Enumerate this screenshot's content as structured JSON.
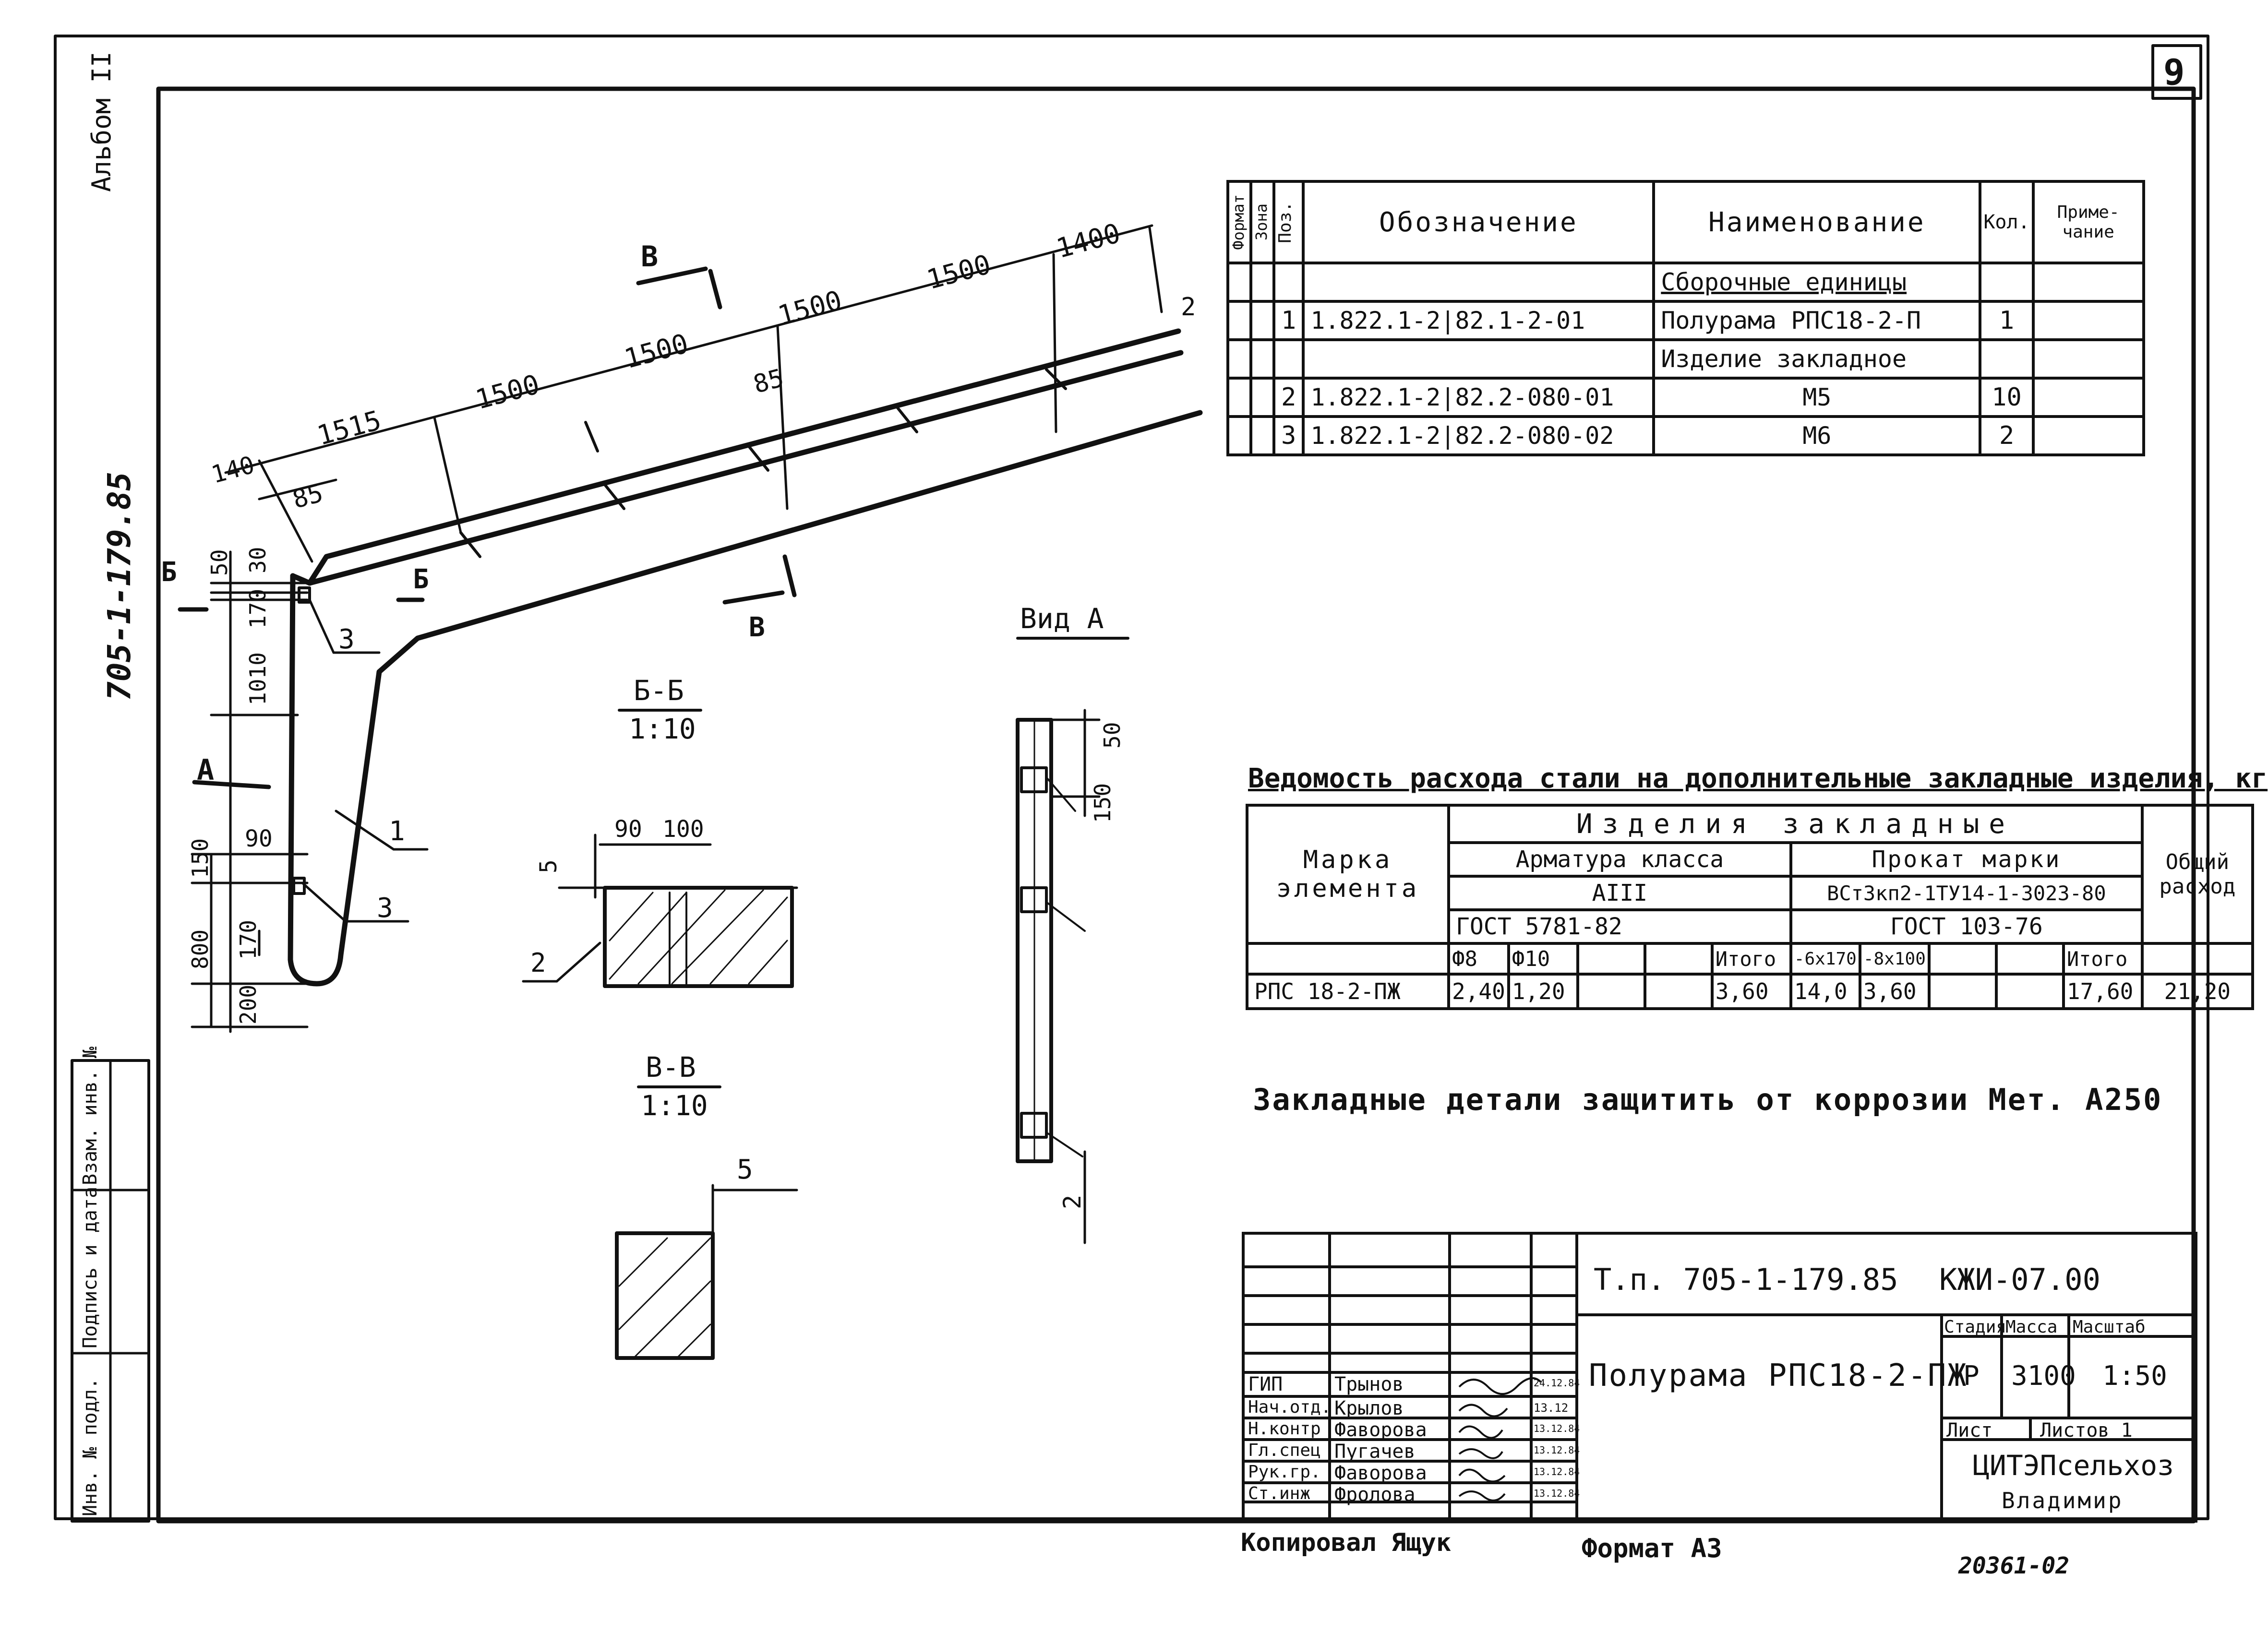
{
  "page_number": "9",
  "album_label": "Альбом II",
  "side_code": "705-1-179.85",
  "spec_table": {
    "headers": {
      "format": "Формат",
      "zone": "Зона",
      "pos": "Поз.",
      "designation": "Обозначение",
      "name": "Наименование",
      "qty": "Кол.",
      "note": "Приме-чание"
    },
    "rows": [
      {
        "pos": "",
        "designation": "",
        "name": "Сборочные единицы",
        "qty": ""
      },
      {
        "pos": "1",
        "designation": "1.822.1-2|82.1-2-01",
        "name": "Полурама РПС18-2-П",
        "qty": "1"
      },
      {
        "pos": "",
        "designation": "",
        "name": "Изделие закладное",
        "qty": ""
      },
      {
        "pos": "2",
        "designation": "1.822.1-2|82.2-080-01",
        "name": "М5",
        "qty": "10"
      },
      {
        "pos": "3",
        "designation": "1.822.1-2|82.2-080-02",
        "name": "М6",
        "qty": "2"
      }
    ]
  },
  "steel": {
    "title": "Ведомость расхода стали на дополнительные закладные изделия, кг",
    "mark_header": "Марка элемента",
    "group_header": "Изделия закладные",
    "rebar_header": "Арматура класса",
    "rebar_class": "AIII",
    "rebar_gost": "ГОСТ 5781-82",
    "rolled_header": "Прокат марки",
    "rolled_grade": "ВСт3кп2-1ТУ14-1-3023-80",
    "rolled_gost": "ГОСТ 103-76",
    "total_header": "Общий расход",
    "sub": {
      "d8": "Ф8",
      "d10": "Ф10",
      "itogo1": "Итого",
      "s1": "-6х170",
      "s2": "-8х100",
      "itogo2": "Итого"
    },
    "row": {
      "mark": "РПС 18-2-ПЖ",
      "d8": "2,40",
      "d10": "1,20",
      "itogo1": "3,60",
      "s1": "14,0",
      "s2": "3,60",
      "itogo2": "17,60",
      "total": "21,20"
    }
  },
  "note": "Закладные детали защитить от коррозии Мет. А250",
  "drawing": {
    "dims_top": [
      "140",
      "1515",
      "1500",
      "1500",
      "1500",
      "1500",
      "1400"
    ],
    "dims_misc": [
      "85",
      "85",
      "50",
      "30",
      "170",
      "1010",
      "90",
      "150",
      "800",
      "170",
      "200",
      "2"
    ],
    "labels": [
      "Б",
      "Б",
      "В",
      "В",
      "А",
      "1",
      "3",
      "3"
    ],
    "section_bb": "Б-Б",
    "section_bb_scale": "1:10",
    "section_vv": "В-В",
    "section_vv_scale": "1:10",
    "bb_dims": [
      "90",
      "100",
      "5",
      "2"
    ],
    "vv_dims": [
      "5"
    ],
    "view_a": "Вид А",
    "view_a_dims": [
      "50",
      "150",
      "2"
    ]
  },
  "title_block": {
    "project": "Т.п. 705-1-179.85",
    "doc_code": "КЖИ-07.00",
    "item_name": "Полурама РПС18-2-ПЖ",
    "stage_h": "Стадия",
    "mass_h": "Масса",
    "scale_h": "Масштаб",
    "stage": "Р",
    "mass": "3100",
    "scale": "1:50",
    "sheet": "Лист",
    "sheets": "Листов 1",
    "org": "ЦИТЭПсельхоз",
    "city": "Владимир",
    "people": [
      {
        "role": "ГИП",
        "name": "Трынов",
        "date": "24.12.84"
      },
      {
        "role": "Нач.отд.",
        "name": "Крылов",
        "date": "13.12"
      },
      {
        "role": "Н.контр",
        "name": "Фаворова",
        "date": "13.12.84"
      },
      {
        "role": "Гл.спец",
        "name": "Пугачев",
        "date": "13.12.84"
      },
      {
        "role": "Рук.гр.",
        "name": "Фаворова",
        "date": "13.12.84"
      },
      {
        "role": "Ст.инж",
        "name": "Фролова",
        "date": "13.12.84"
      }
    ]
  },
  "copied_by": "Копировал Ящук",
  "format": "Формат А3",
  "stamp_number": "20361-02",
  "left_strip": [
    "Инв. № подл.",
    "Подпись и дата",
    "Взам. инв. №"
  ]
}
